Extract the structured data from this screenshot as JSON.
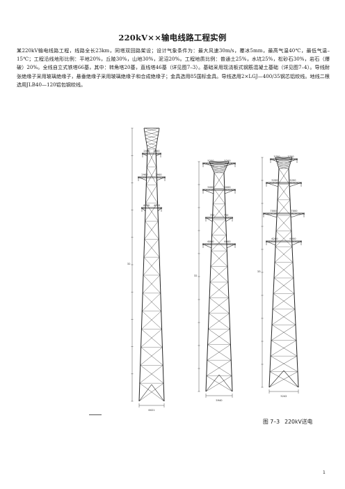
{
  "document": {
    "title": "220kV××输电线路工程实例",
    "body": "某220kV输电线路工程，线路全长23km，同塔双回路架设；设计气象条件为：最大风速30m/s，覆冰5mm，最高气温40℃，最低气温–15℃；工程沿线地形比例：平地20%，丘陵30%，山地30%，泥沼20%。工程地质比例：普通土25%，水坑25%，松砂石30%，岩石（爆破）20%。全线自立式铁塔66基，其中：转角塔20基，直线塔46基（详见图7–3）。基础采用现浇板式钢筋混凝土基础（详见图7–4）。导线耐张绝缘子采用玻璃绝缘子，悬垂绝缘子采用玻璃绝缘子和合成绝缘子；金具选用85国标金具。导线选用2×LGJ—400/35钢芯铝绞线。地线二根选用JLB40—120铝包钢绞线。",
    "page_number": "1"
  },
  "figure": {
    "caption_number": "图 7–3",
    "caption_text": "220kV送电",
    "tower_left": {
      "top_dims": [
        "2000",
        "2000"
      ],
      "arm_dims": [
        [
          "2900",
          "2900"
        ],
        [
          "4000",
          "4000"
        ],
        [
          "2900",
          "2900"
        ]
      ],
      "height_left": "32",
      "base_dim": "6021"
    },
    "tower_mid": {
      "arm_dims": [
        [
          "5200",
          "5200"
        ],
        [
          "5000",
          "5000"
        ],
        [
          "700",
          "700"
        ],
        [
          "6000",
          "6000"
        ]
      ],
      "height_left": "32",
      "base_dim": "5940"
    },
    "tower_right": {
      "arm_dims": [
        [
          "3700",
          "3700"
        ],
        [
          "5200",
          "5200"
        ],
        [
          "7000",
          "7000"
        ],
        [
          "6200",
          "6200"
        ]
      ],
      "height_left": "33",
      "base_dim": "5242"
    }
  }
}
